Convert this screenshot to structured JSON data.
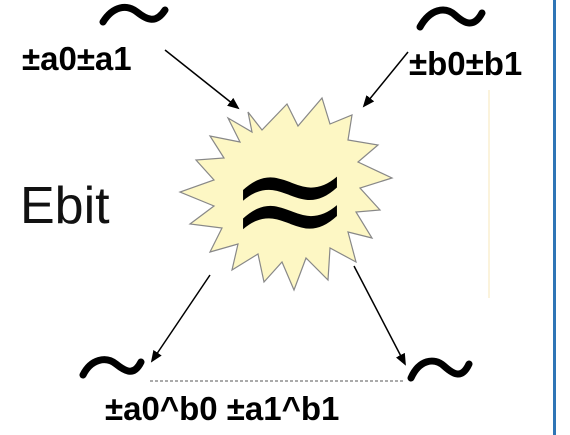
{
  "labels": {
    "top_left": "±a0±a1",
    "top_right": "±b0±b1",
    "left": "Ebit",
    "bottom": "±a0^b0 ±a1^b1"
  },
  "symbols": {
    "center": "≈",
    "tilde": "~"
  },
  "icons": [
    "starburst-icon",
    "tilde-icon",
    "arrow-icon"
  ],
  "colors": {
    "starburst_fill": "#fdf7c4",
    "starburst_stroke": "#888888",
    "text": "#000000",
    "frame_blue": "#2e75b6"
  }
}
